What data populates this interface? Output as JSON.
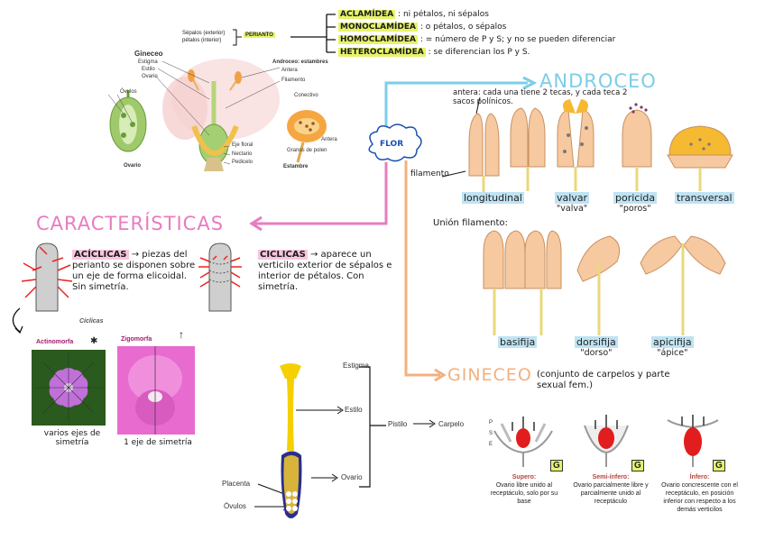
{
  "perianto": {
    "sepalos": "Sépalos (exterior)",
    "petalos": "pétalos (interior)",
    "label": "PERIANTO"
  },
  "definitions": [
    {
      "term": "ACLAMÍDEA",
      "desc": ": ni pétalos, ni sépalos"
    },
    {
      "term": "MONOCLAMÍDEA",
      "desc": ": o pétalos, o sépalos"
    },
    {
      "term": "HOMOCLAMÍDEA",
      "desc": ": = número de P y S; y no se pueden diferenciar"
    },
    {
      "term": "HETEROCLAMÍDEA",
      "desc": ": se diferencian los P y S."
    }
  ],
  "flower_diagram": {
    "gineceo": "Gineceo",
    "estigma": "Estigma",
    "estilo": "Estilo",
    "ovario": "Ovario",
    "ovulos": "Óvulos",
    "ovario_bottom": "Ovario",
    "eje_floral": "Eje floral",
    "nectario": "Nectario",
    "pedicelo": "Pedicelo",
    "androceo_estambres": "Androceo: estambres",
    "antera": "Antera",
    "filamento": "Filamento",
    "conectivo": "Conectivo",
    "antera2": "Antera",
    "granos_polen": "Granos de polen",
    "estambre": "Estambre"
  },
  "center": {
    "flor": "FLOR"
  },
  "androceo": {
    "title": "ANDROCEO",
    "antera_note": "antera: cada una tiene 2 tecas, y cada teca 2 sacos polínicos.",
    "filamento": "filamento",
    "dehiscence": [
      {
        "name": "longitudinal",
        "sub": ""
      },
      {
        "name": "valvar",
        "sub": "\"valva\""
      },
      {
        "name": "poricida",
        "sub": "\"poros\""
      },
      {
        "name": "transversal",
        "sub": ""
      }
    ],
    "union_title": "Unión filamento:",
    "union": [
      {
        "name": "basifija",
        "sub": ""
      },
      {
        "name": "dorsifija",
        "sub": "\"dorso\""
      },
      {
        "name": "apicifija",
        "sub": "\"ápice\""
      }
    ]
  },
  "caracteristicas": {
    "title": "CARACTERÍSTICAS",
    "aciclicas_term": "ACÍCLICAS",
    "aciclicas_desc": "→ piezas del perianto se disponen sobre un eje de forma elicoidal. Sin simetría.",
    "ciclicas_term": "CICLICAS",
    "ciclicas_desc": "→ aparece un verticilo exterior de sépalos e interior de pétalos. Con simetría."
  },
  "ciclicas_photos": {
    "heading": "Cíclicas",
    "actinomorfa": "Actinomorfa",
    "zigomorfa": "Zigomorfa",
    "actino_note": "varios ejes de simetría",
    "zigo_note": "1 eje de simetría"
  },
  "pistilo": {
    "estigma": "Estigma",
    "estilo": "Estilo",
    "ovario": "Ovario",
    "placenta": "Placenta",
    "ovulos": "Óvulos",
    "pistilo": "Pistilo",
    "carpelo": "Carpelo"
  },
  "gineceo": {
    "title": "GINECEO",
    "note": "(conjunto de carpelos y parte sexual fem.)",
    "types": [
      {
        "name": "Supero:",
        "desc": "Ovario libre unido al receptáculo, solo por su base",
        "tag": "G"
      },
      {
        "name": "Semi-ínfero:",
        "desc": "Ovario parcialmente libre y parcialmente unido al receptáculo",
        "tag": "G"
      },
      {
        "name": "Ínfero:",
        "desc": "Ovario concrescente con el receptáculo, en posición inferior con respecto a los demás verticilos",
        "tag": "G"
      }
    ],
    "part_labels": [
      "P",
      "S",
      "E"
    ]
  },
  "colors": {
    "androceo_arrow": "#7ccde8",
    "caracteristicas": "#e77cc0",
    "gineceo": "#f4b07e",
    "anther": "#f6c9a0",
    "ovary_red": "#e21d1d"
  }
}
